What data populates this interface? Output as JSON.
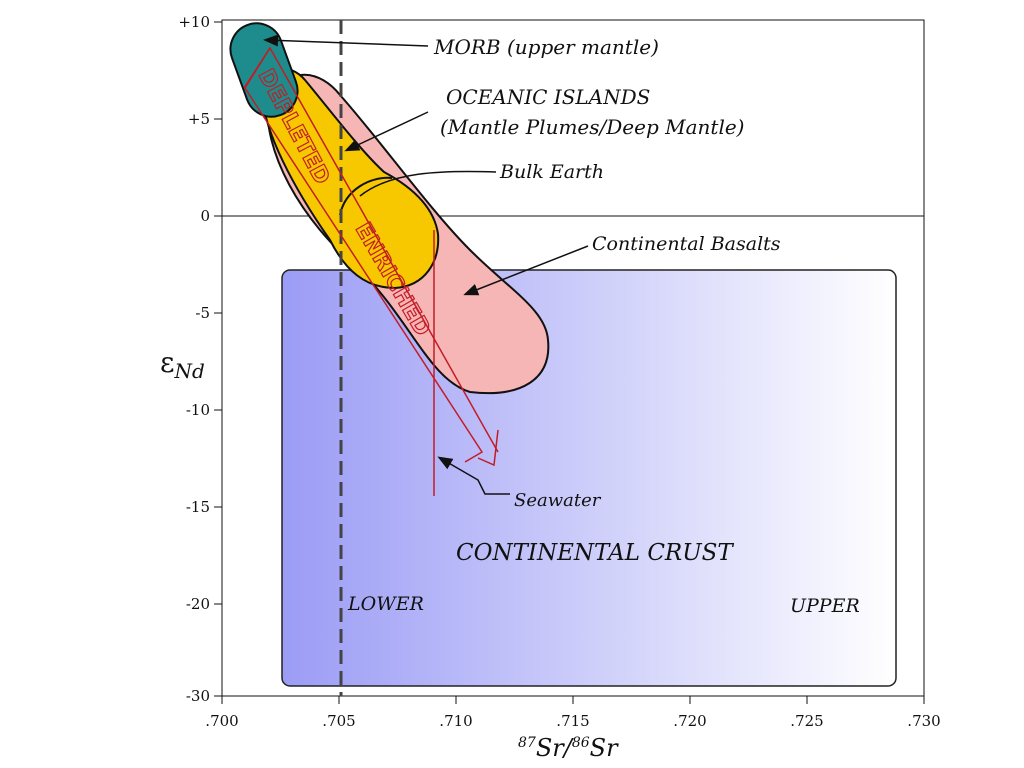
{
  "axes": {
    "x_label": "87Sr/86Sr",
    "x_label_sup1": "87",
    "x_label_main1": "Sr/",
    "x_label_sup2": "86",
    "x_label_main2": "Sr",
    "y_label_symbol": "ε",
    "y_label_sub": "Nd",
    "x_ticks": [
      ".700",
      ".705",
      ".710",
      ".715",
      ".720",
      ".725",
      ".730"
    ],
    "y_ticks": [
      "+10",
      "+5",
      "0",
      "-5",
      "-10",
      "-15",
      "-20",
      "-30"
    ],
    "x_range": [
      0.7,
      0.73
    ],
    "y_range": [
      -30,
      10
    ]
  },
  "labels": {
    "morb": "MORB (upper mantle)",
    "oceanic_islands_1": "OCEANIC ISLANDS",
    "oceanic_islands_2": "(Mantle Plumes/Deep Mantle)",
    "bulk_earth": "Bulk Earth",
    "continental_basalts": "Continental Basalts",
    "seawater": "Seawater",
    "continental_crust": "CONTINENTAL CRUST",
    "lower": "LOWER",
    "upper": "UPPER",
    "depleted": "DEPLETED",
    "enriched": "ENRICHED"
  },
  "colors": {
    "morb": "#1e8c8c",
    "oceanic_islands": "#f7c800",
    "continental_basalts": "#f7b6b6",
    "crust_gradient_start": "#9b9cf5",
    "crust_gradient_end": "#ffffff",
    "arrows": "#c21d26"
  }
}
